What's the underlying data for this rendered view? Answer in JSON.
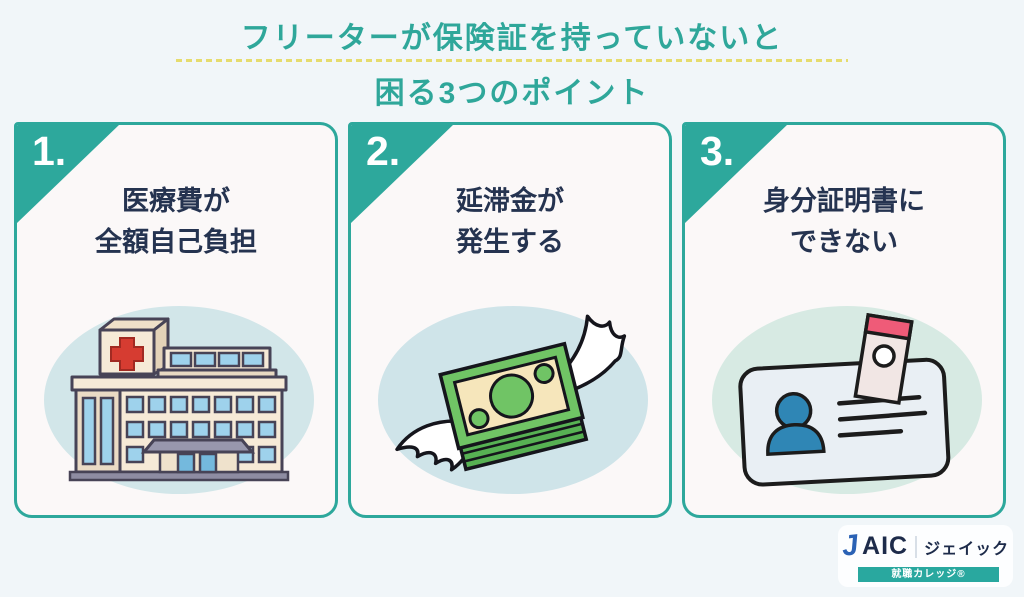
{
  "page": {
    "title": {
      "line1": "フリーターが保険証を持っていないと",
      "line2": "困る3つのポイント"
    }
  },
  "theme": {
    "background": "#f1f6f9",
    "accent_teal": "#2da89c",
    "title_teal": "#2fa79a",
    "text_navy": "#253350",
    "dash_yellow": "#e6dc6e",
    "card_bg": "#fbf8f8"
  },
  "cards": [
    {
      "number": "1.",
      "title_line1": "医療費が",
      "title_line2": "全額自己負担",
      "icon": "hospital-icon",
      "ellipse_color": "#d2e6e9"
    },
    {
      "number": "2.",
      "title_line1": "延滞金が",
      "title_line2": "発生する",
      "icon": "winged-money-icon",
      "ellipse_color": "#cfe4e9"
    },
    {
      "number": "3.",
      "title_line1": "身分証明書に",
      "title_line2": "できない",
      "icon": "id-card-icon",
      "ellipse_color": "#d7eae3"
    }
  ],
  "logo": {
    "brand_j": "J",
    "brand_rest": "AIC",
    "kana": "ジェイック",
    "banner": "就職カレッジ®"
  }
}
